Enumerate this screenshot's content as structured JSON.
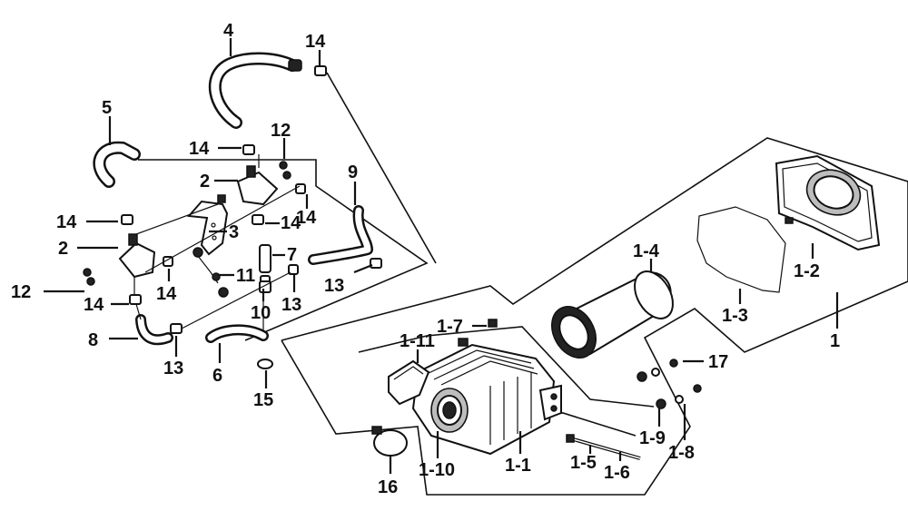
{
  "callouts": [
    {
      "id": "c4",
      "text": "4"
    },
    {
      "id": "c14a",
      "text": "14"
    },
    {
      "id": "c5",
      "text": "5"
    },
    {
      "id": "c12a",
      "text": "12"
    },
    {
      "id": "c14b",
      "text": "14"
    },
    {
      "id": "c2a",
      "text": "2"
    },
    {
      "id": "c14c",
      "text": "14"
    },
    {
      "id": "c14d",
      "text": "14"
    },
    {
      "id": "c3",
      "text": "3"
    },
    {
      "id": "c9",
      "text": "9"
    },
    {
      "id": "c14e",
      "text": "14"
    },
    {
      "id": "c2b",
      "text": "2"
    },
    {
      "id": "c7",
      "text": "7"
    },
    {
      "id": "c11",
      "text": "11"
    },
    {
      "id": "c12b",
      "text": "12"
    },
    {
      "id": "c14f",
      "text": "14"
    },
    {
      "id": "c14g",
      "text": "14"
    },
    {
      "id": "c13a",
      "text": "13"
    },
    {
      "id": "c13b",
      "text": "13"
    },
    {
      "id": "c10",
      "text": "10"
    },
    {
      "id": "c8",
      "text": "8"
    },
    {
      "id": "c13c",
      "text": "13"
    },
    {
      "id": "c6",
      "text": "6"
    },
    {
      "id": "c15",
      "text": "15"
    },
    {
      "id": "c1-4",
      "text": "1-4"
    },
    {
      "id": "c1-2",
      "text": "1-2"
    },
    {
      "id": "c1-3",
      "text": "1-3"
    },
    {
      "id": "c1",
      "text": "1"
    },
    {
      "id": "c1-7",
      "text": "1-7"
    },
    {
      "id": "c1-11",
      "text": "1-11"
    },
    {
      "id": "c17",
      "text": "17"
    },
    {
      "id": "c1-9",
      "text": "1-9"
    },
    {
      "id": "c1-8",
      "text": "1-8"
    },
    {
      "id": "c1-10",
      "text": "1-10"
    },
    {
      "id": "c1-1",
      "text": "1-1"
    },
    {
      "id": "c1-5",
      "text": "1-5"
    },
    {
      "id": "c1-6",
      "text": "1-6"
    },
    {
      "id": "c16",
      "text": "16"
    }
  ]
}
